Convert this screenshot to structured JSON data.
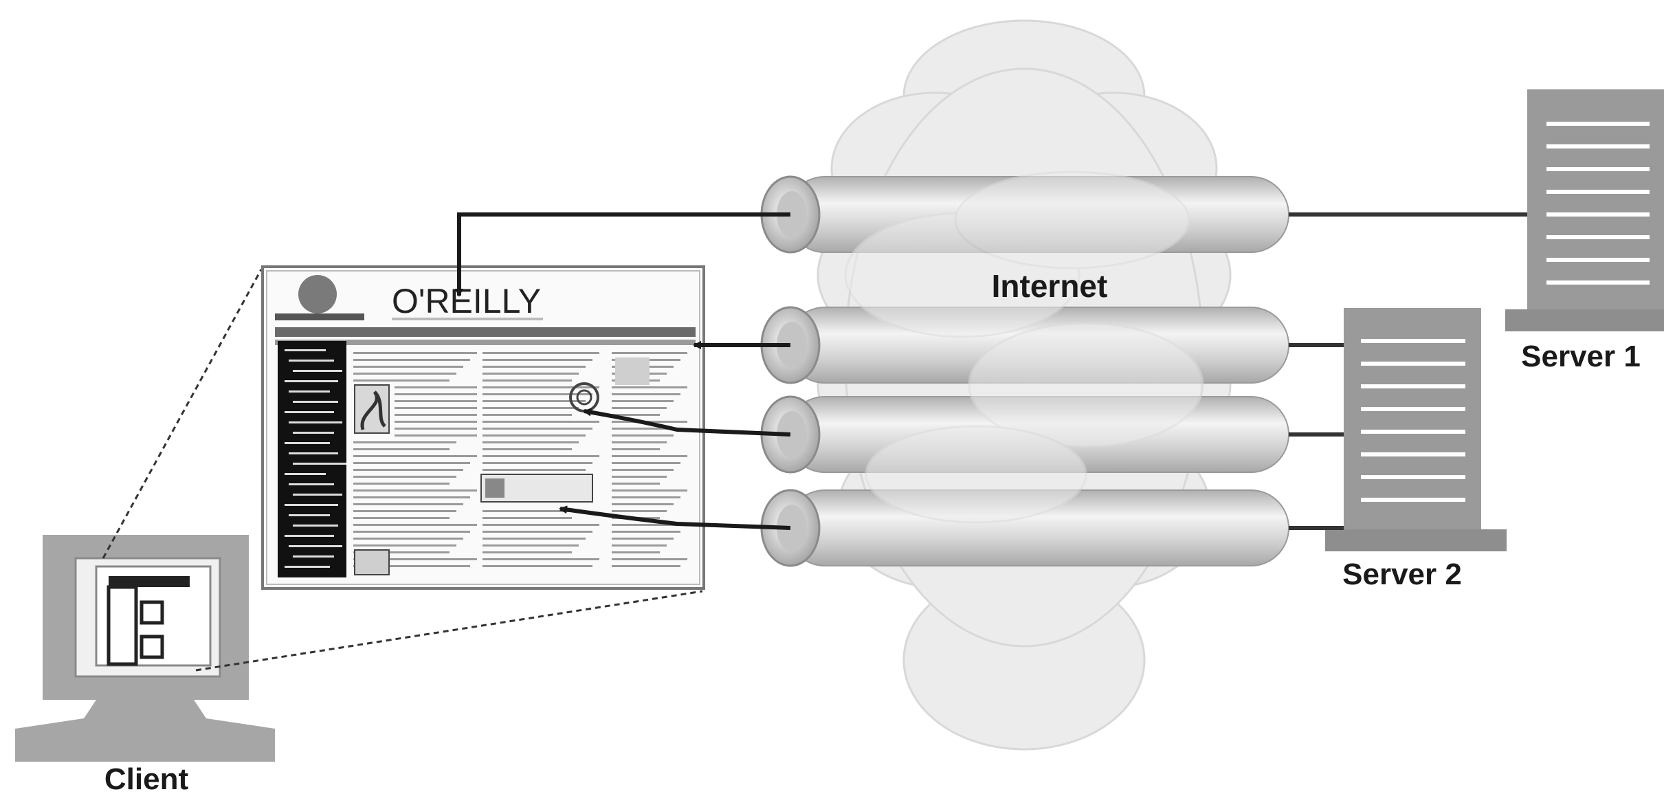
{
  "labels": {
    "internet": "Internet",
    "server1": "Server 1",
    "server2": "Server 2",
    "client": "Client",
    "webpage_logo": "O'REILLY"
  },
  "colors": {
    "cloud": "#ececec",
    "pipe": "#d0d0d0",
    "server": "#9a9a9a",
    "client": "#a6a6a6",
    "line": "#222222"
  },
  "icons": [
    "cloud-icon",
    "pipe-icon",
    "server-icon",
    "computer-icon",
    "arrow-icon"
  ]
}
